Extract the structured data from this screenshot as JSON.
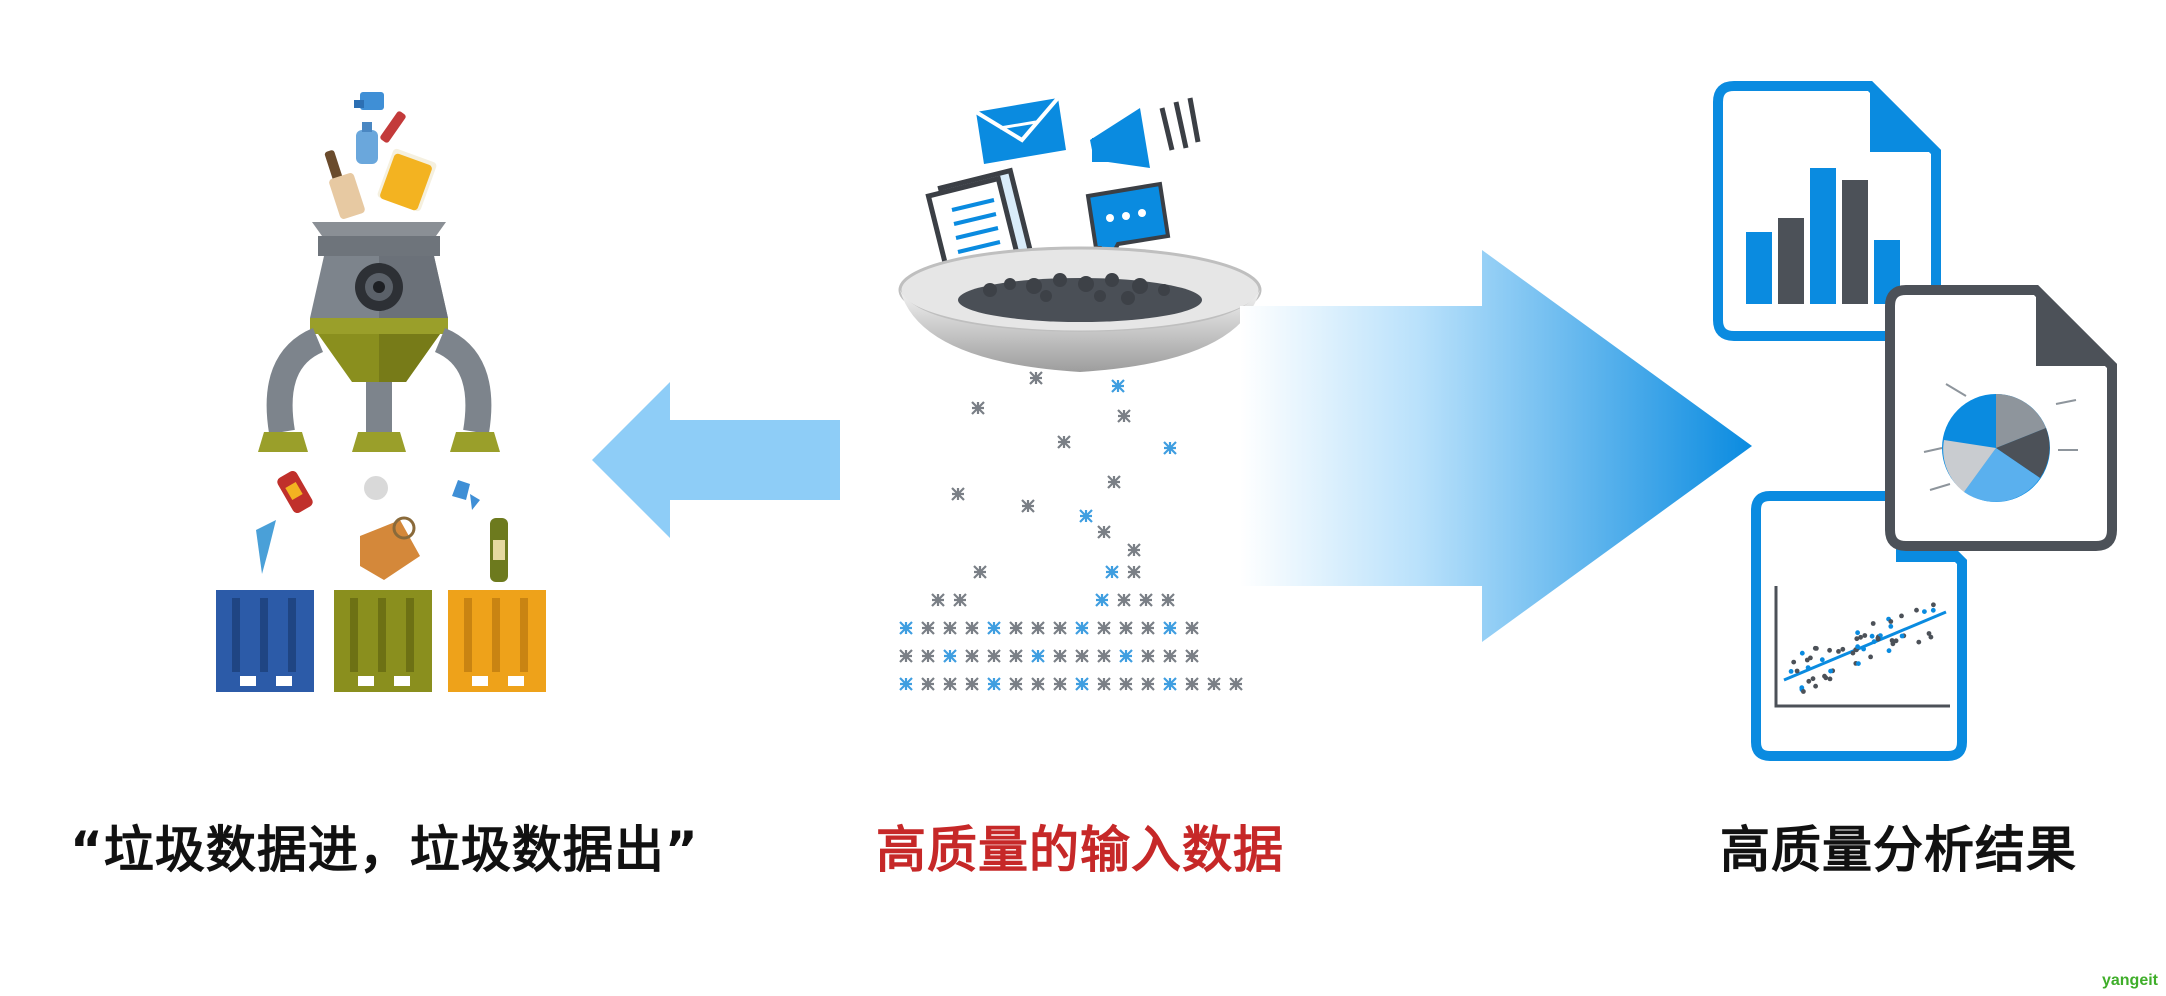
{
  "labels": {
    "left": "“垃圾数据进，垃圾数据出”",
    "middle": "高质量的输入数据",
    "right": "高质量分析结果"
  },
  "watermark": "yangeit",
  "colors": {
    "accent_blue": "#0a8be0",
    "light_blue_arrow": "#8ecdf7",
    "red_text": "#c62828",
    "bin_blue": "#2c5ba8",
    "bin_olive": "#8a8f1e",
    "bin_orange": "#eea21a"
  }
}
